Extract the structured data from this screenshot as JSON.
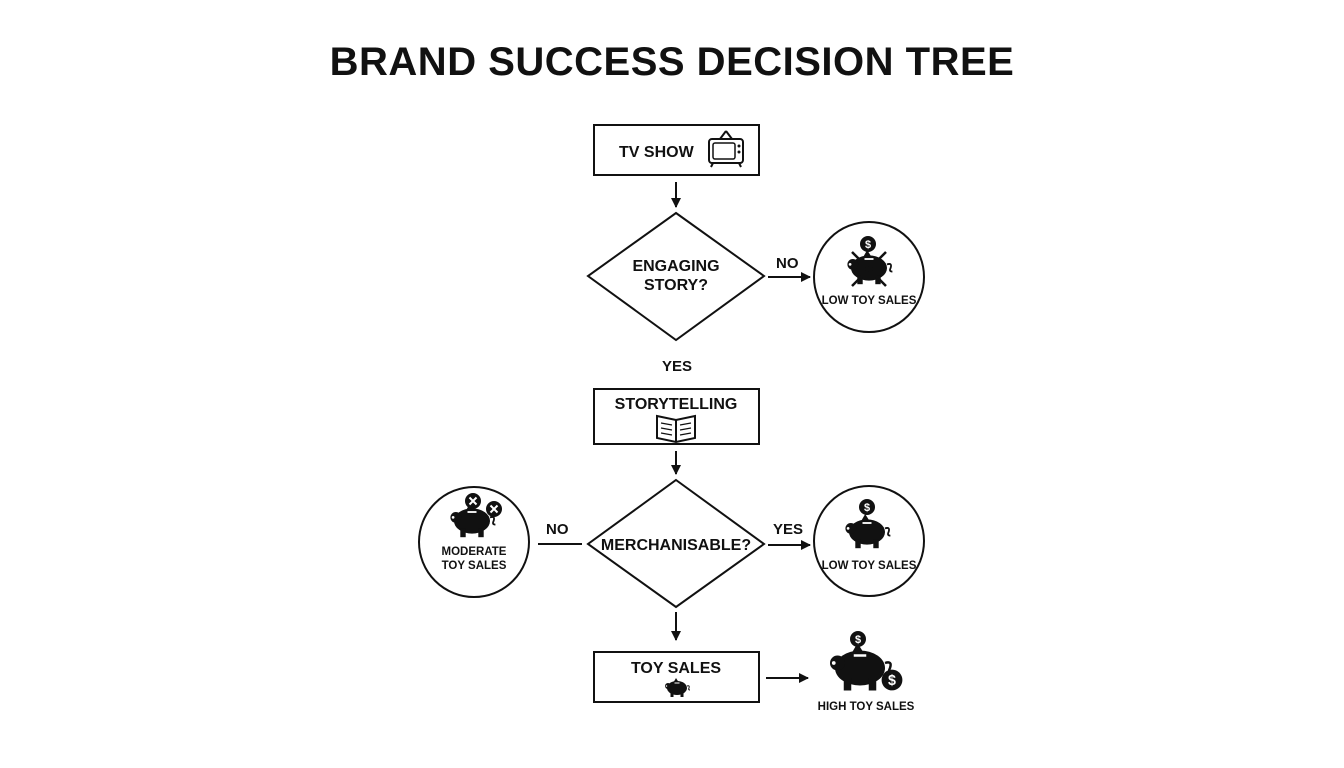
{
  "title": "BRAND SUCCESS DECISION TREE",
  "nodes": {
    "tv_show": "TV SHOW",
    "engaging_story": [
      "ENGAGING",
      "STORY?"
    ],
    "storytelling": "STORYTELLING",
    "merchanisable": "MERCHANISABLE?",
    "toy_sales": "TOY SALES"
  },
  "outcomes": {
    "low_top": "LOW TOY SALES",
    "moderate": [
      "MODERATE",
      "TOY SALES"
    ],
    "low_right": "LOW TOY SALES",
    "high": "HIGH TOY SALES"
  },
  "edges": {
    "no_top": "NO",
    "yes_down": "YES",
    "no_left": "NO",
    "yes_right": "YES"
  },
  "icons": {
    "tv": "tv-icon",
    "book": "book-icon",
    "piggy": "piggy-bank-icon",
    "dollar": "dollar-coin-icon",
    "x": "x-mark-icon"
  },
  "colors": {
    "ink": "#111111",
    "background": "#ffffff"
  }
}
